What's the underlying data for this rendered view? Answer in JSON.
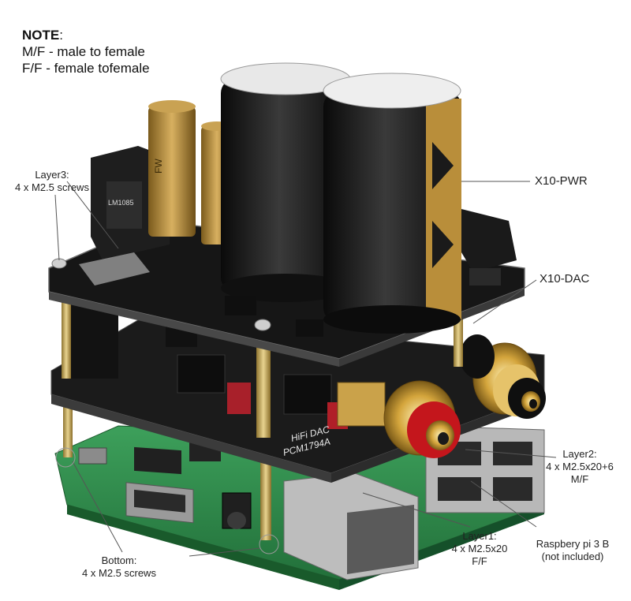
{
  "note": {
    "title": "NOTE",
    "colon": ":",
    "line1": "M/F - male to female",
    "line2": "F/F  - female tofemale"
  },
  "labels": {
    "x10_pwr": "X10-PWR",
    "x10_dac": "X10-DAC",
    "layer3_title": "Layer3:",
    "layer3_detail": "4 x M2.5 screws",
    "layer2_title": "Layer2:",
    "layer2_detail": "4 x M2.5x20+6",
    "layer2_type": "M/F",
    "layer1_title": "Layer1:",
    "layer1_detail": "4 x M2.5x20",
    "layer1_type": "F/F",
    "bottom_title": "Bottom:",
    "bottom_detail": "4 x M2.5 screws",
    "rpi_title": "Raspbery pi 3 B",
    "rpi_note": "(not included)"
  },
  "board_print": {
    "dac_title": "HiFi DAC",
    "dac_chip": "PCM1794A",
    "regulator": "LM1085",
    "cap_brand": "FW"
  },
  "colors": {
    "pcb_green": "#2f8a4c",
    "pcb_black": "#1b1b1b",
    "standoff_brass": "#c9b26a",
    "rca_red": "#c4161c",
    "rca_gold": "#d4a53c",
    "cap_black": "#151515",
    "cap_gold": "#b98e3a"
  }
}
